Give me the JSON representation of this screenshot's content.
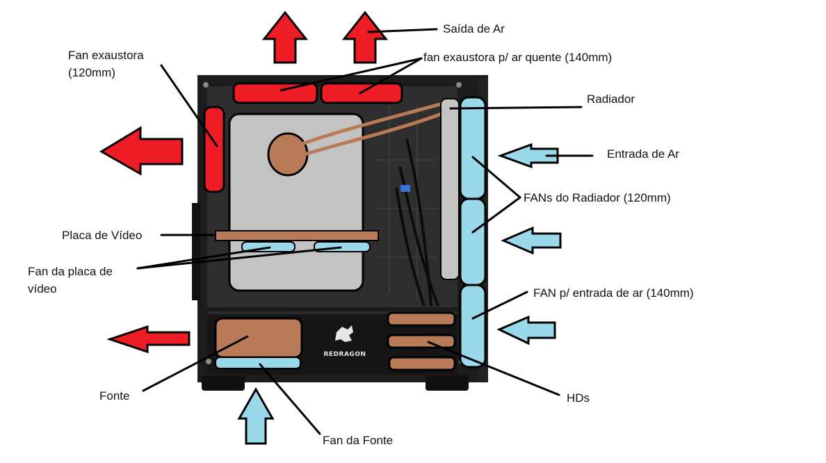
{
  "labels": {
    "saida_de_ar": "Saída de Ar",
    "fan_exaustora_top": "fan exaustora p/ ar quente (140mm)",
    "fan_exaustora_rear_l1": "Fan exaustora",
    "fan_exaustora_rear_l2": "(120mm)",
    "radiador": "Radiador",
    "entrada_de_ar": "Entrada de Ar",
    "fans_radiador": "FANs do Radiador (120mm)",
    "placa_de_video": "Placa de Vídeo",
    "fan_placa_l1": "Fan da placa de",
    "fan_placa_l2": "vídeo",
    "fan_entrada": "FAN p/ entrada de ar (140mm)",
    "fonte": "Fonte",
    "hds": "HDs",
    "fan_da_fonte": "Fan da Fonte",
    "brand_logo": "REDRAGON"
  },
  "colors": {
    "exhaust": "#ee1c24",
    "intake": "#99d9ea",
    "component": "#b97a57",
    "board": "#c3c3c3",
    "case": "#1a1a1a"
  }
}
